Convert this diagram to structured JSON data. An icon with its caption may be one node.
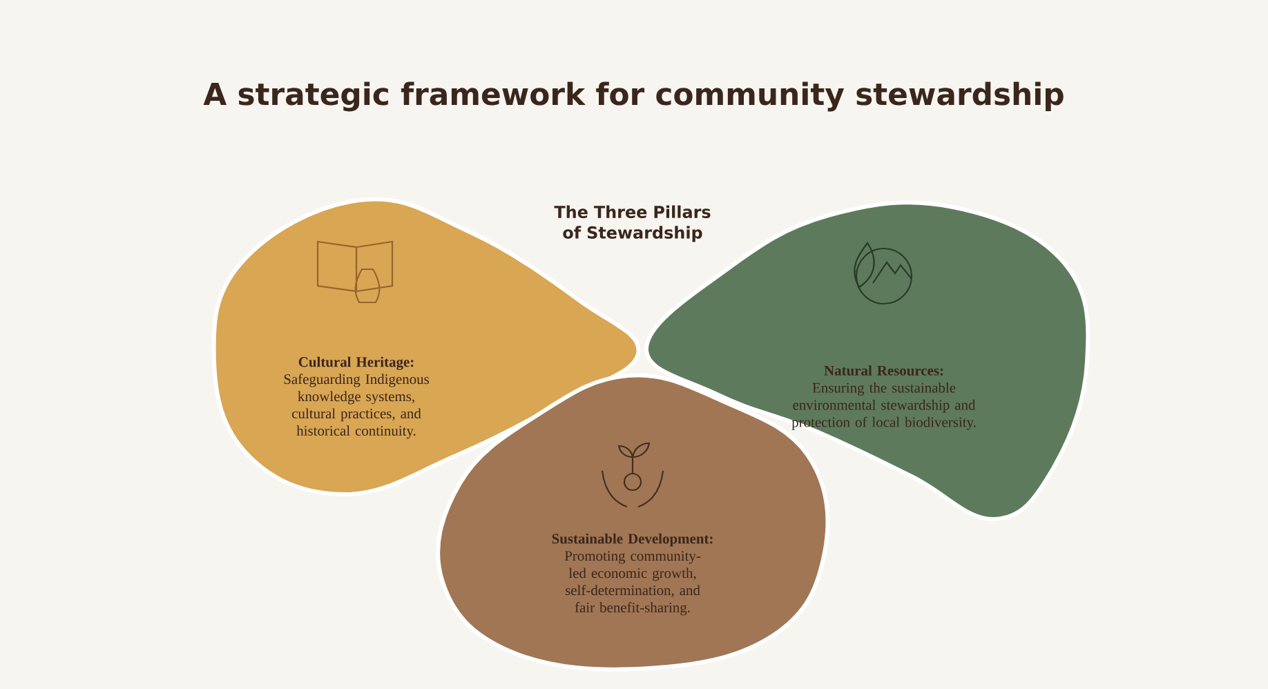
{
  "diagram": {
    "title": "A strategic framework for community stewardship",
    "nodes": [
      {
        "text": [
          "Cultural Heritage:",
          "Safeguarding Indigenous knowledge systems, cultural practices, and historical continuity."
        ]
      },
      {
        "text": [
          "Natural Resources:",
          "Ensuring the sustainable environmental stewardship and protection of local biodiversity."
        ]
      },
      {
        "text": [
          "Sustainable Development:",
          "Promoting community-led economic growth, self-determination, and fair benefit-sharing."
        ]
      }
    ],
    "labels": [
      "The Three Pillars of Stewardship"
    ]
  }
}
